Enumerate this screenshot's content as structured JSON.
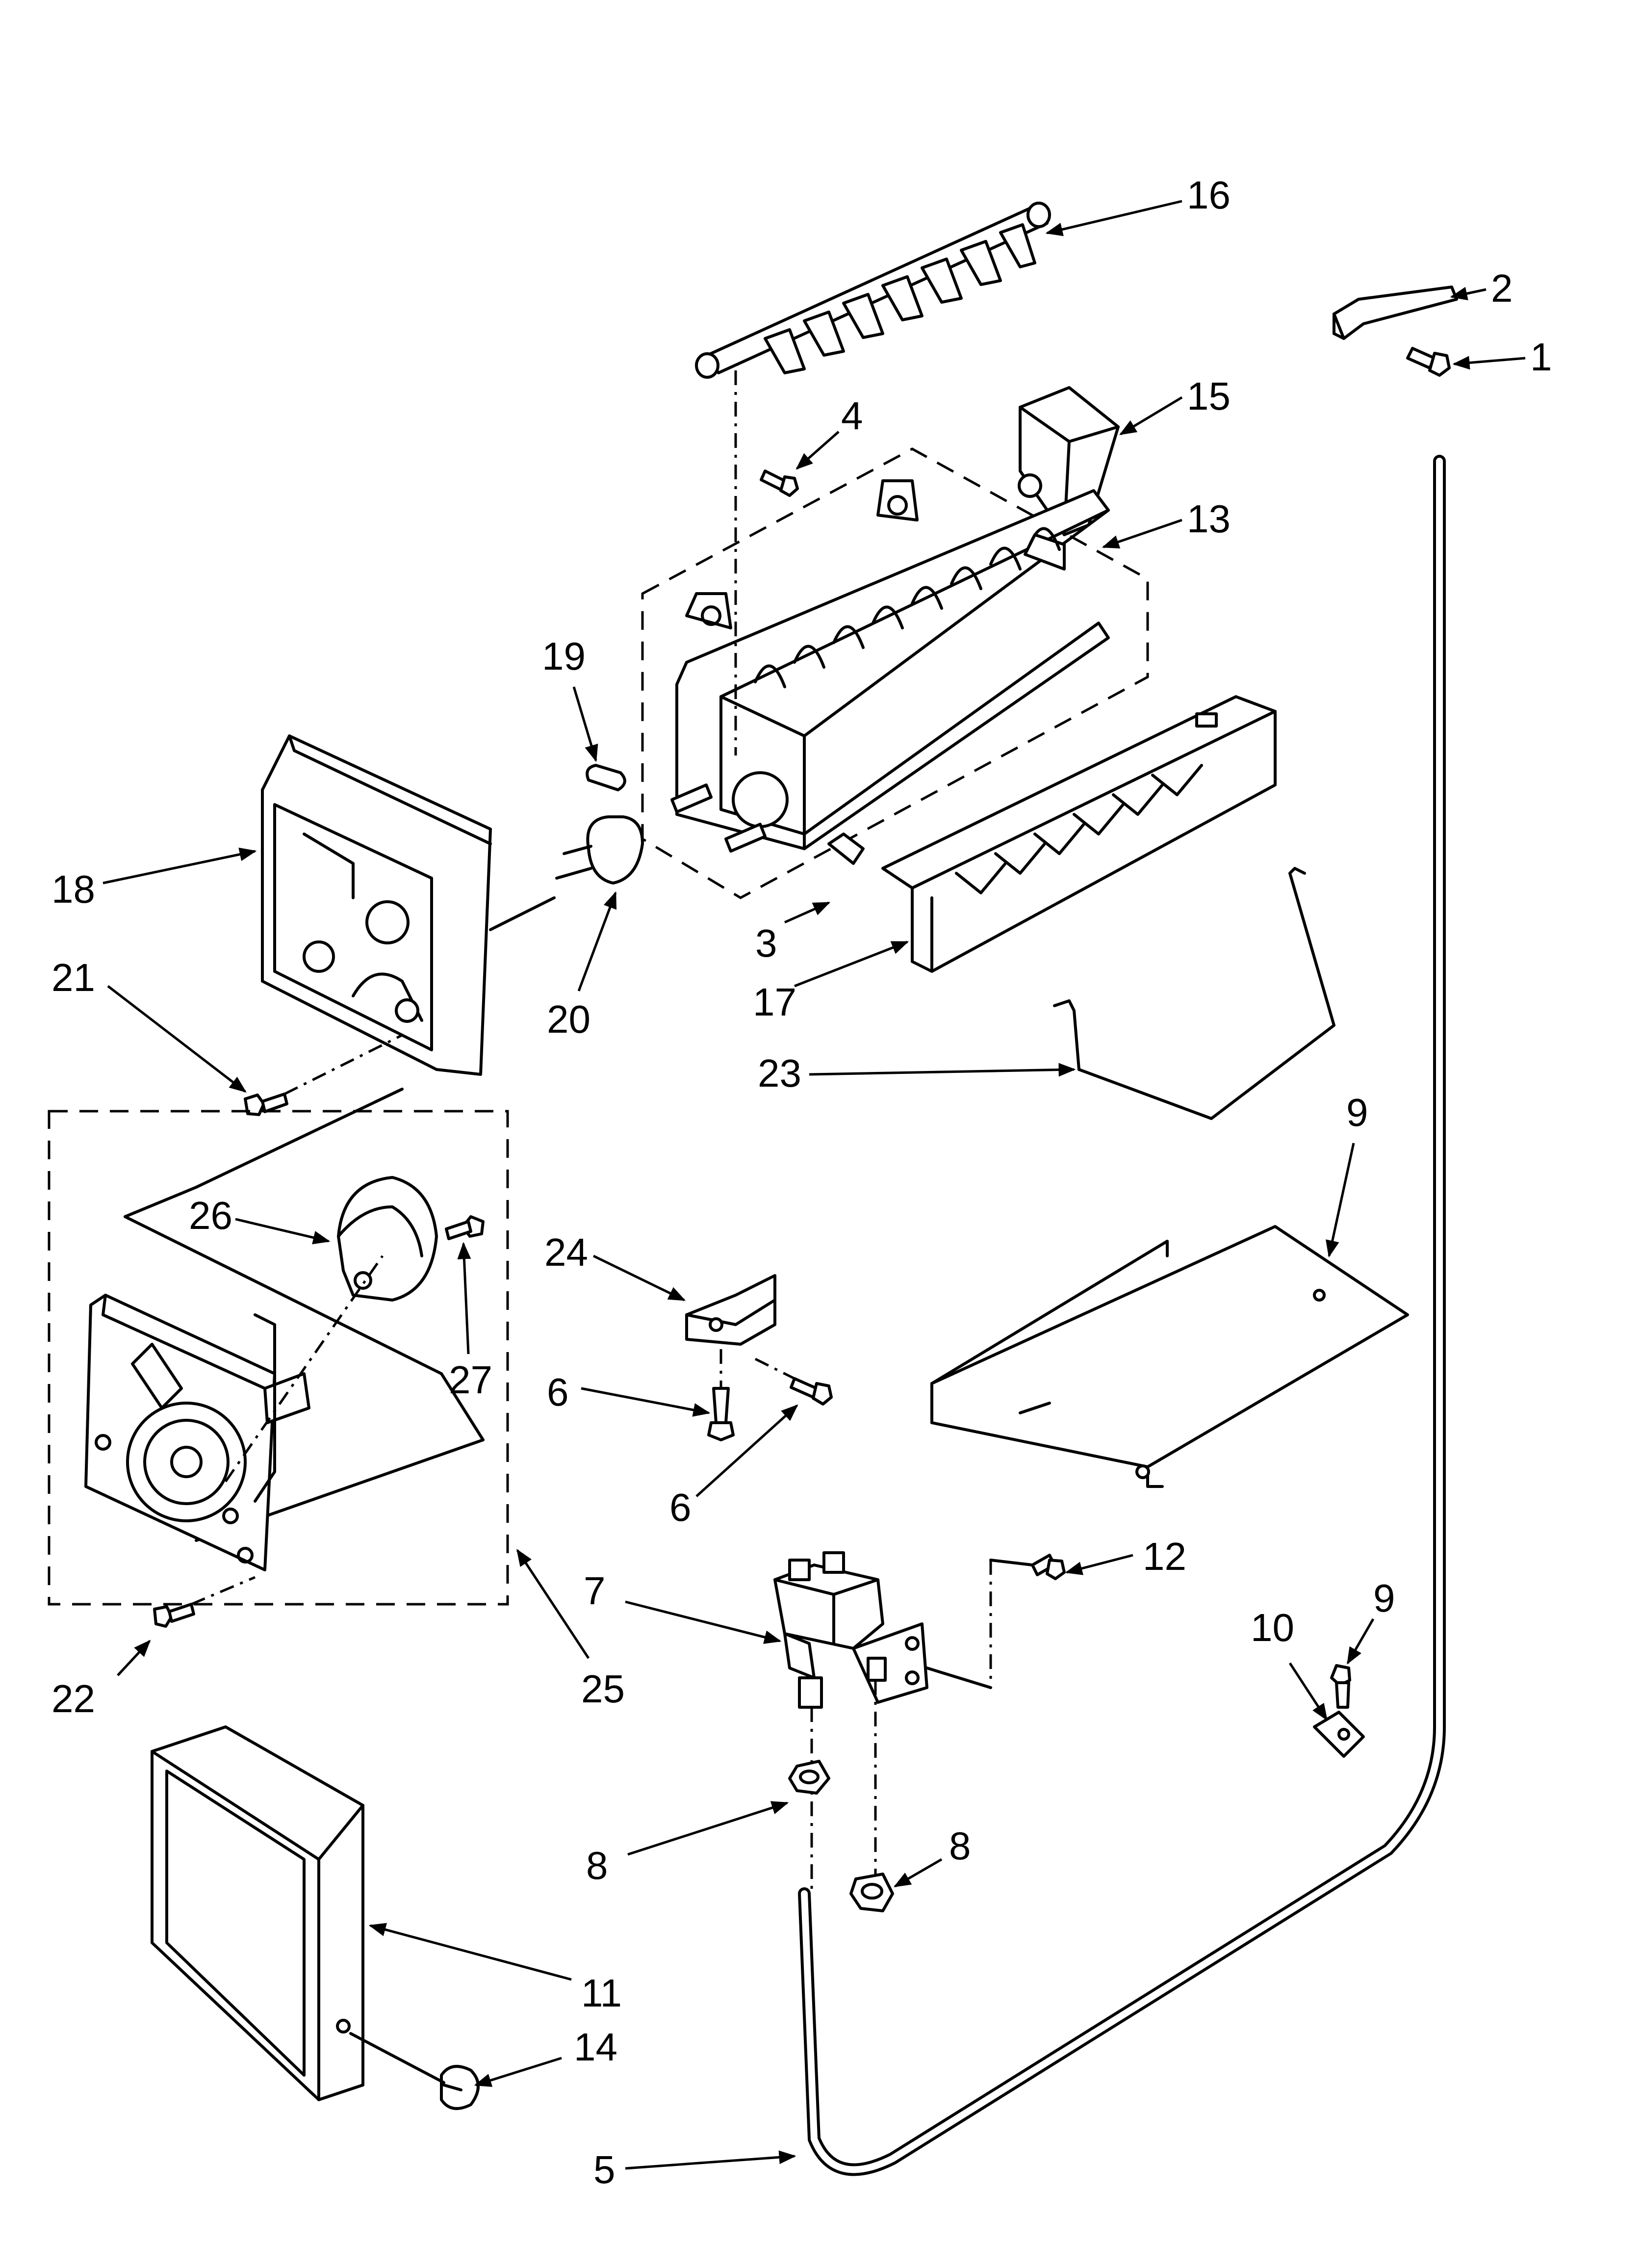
{
  "diagram": {
    "callouts": [
      {
        "id": "c16",
        "text": "16"
      },
      {
        "id": "c2",
        "text": "2"
      },
      {
        "id": "c1",
        "text": "1"
      },
      {
        "id": "c15",
        "text": "15"
      },
      {
        "id": "c4",
        "text": "4"
      },
      {
        "id": "c13",
        "text": "13"
      },
      {
        "id": "c19",
        "text": "19"
      },
      {
        "id": "c18",
        "text": "18"
      },
      {
        "id": "c3",
        "text": "3"
      },
      {
        "id": "c17",
        "text": "17"
      },
      {
        "id": "c20",
        "text": "20"
      },
      {
        "id": "c21",
        "text": "21"
      },
      {
        "id": "c23",
        "text": "23"
      },
      {
        "id": "c9a",
        "text": "9"
      },
      {
        "id": "c26",
        "text": "26"
      },
      {
        "id": "c24",
        "text": "24"
      },
      {
        "id": "c27",
        "text": "27"
      },
      {
        "id": "c6a",
        "text": "6"
      },
      {
        "id": "c6b",
        "text": "6"
      },
      {
        "id": "c12",
        "text": "12"
      },
      {
        "id": "c7",
        "text": "7"
      },
      {
        "id": "c9b",
        "text": "9"
      },
      {
        "id": "c10",
        "text": "10"
      },
      {
        "id": "c22",
        "text": "22"
      },
      {
        "id": "c25",
        "text": "25"
      },
      {
        "id": "c8a",
        "text": "8"
      },
      {
        "id": "c8b",
        "text": "8"
      },
      {
        "id": "c11",
        "text": "11"
      },
      {
        "id": "c14",
        "text": "14"
      },
      {
        "id": "c5",
        "text": "5"
      }
    ]
  }
}
